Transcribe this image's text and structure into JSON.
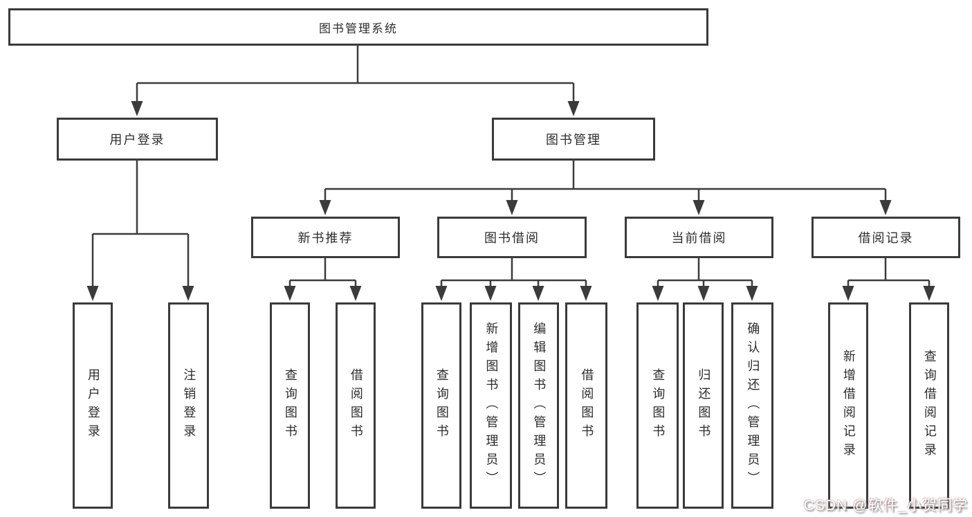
{
  "diagram_title": "图书管理系统",
  "nodes": {
    "root": "图书管理系统",
    "level2": [
      "用户登录",
      "图书管理"
    ],
    "level3": [
      "新书推荐",
      "图书借阅",
      "当前借阅",
      "借阅记录"
    ],
    "leaves": [
      "用户登录",
      "注销登录",
      "查询图书",
      "借阅图书",
      "查询图书",
      "新增图书（管理员）",
      "编辑图书（管理员）",
      "借阅图书",
      "查询图书",
      "归还图书",
      "确认归还（管理员）",
      "新增借阅记录",
      "查询借阅记录"
    ]
  },
  "hierarchy": {
    "图书管理系统": {
      "用户登录": [
        "用户登录",
        "注销登录"
      ],
      "图书管理": {
        "新书推荐": [
          "查询图书",
          "借阅图书"
        ],
        "图书借阅": [
          "查询图书",
          "新增图书（管理员）",
          "编辑图书（管理员）",
          "借阅图书"
        ],
        "当前借阅": [
          "查询图书",
          "归还图书",
          "确认归还（管理员）"
        ],
        "借阅记录": [
          "新增借阅记录",
          "查询借阅记录"
        ]
      }
    }
  },
  "watermark": "CSDN @软件_小贺同学",
  "colors": {
    "line": "#3b3b3b",
    "box_border": "#3a3a3a",
    "text": "#2c2c2c",
    "background": "#ffffff",
    "watermark_text": "#ffffff"
  }
}
